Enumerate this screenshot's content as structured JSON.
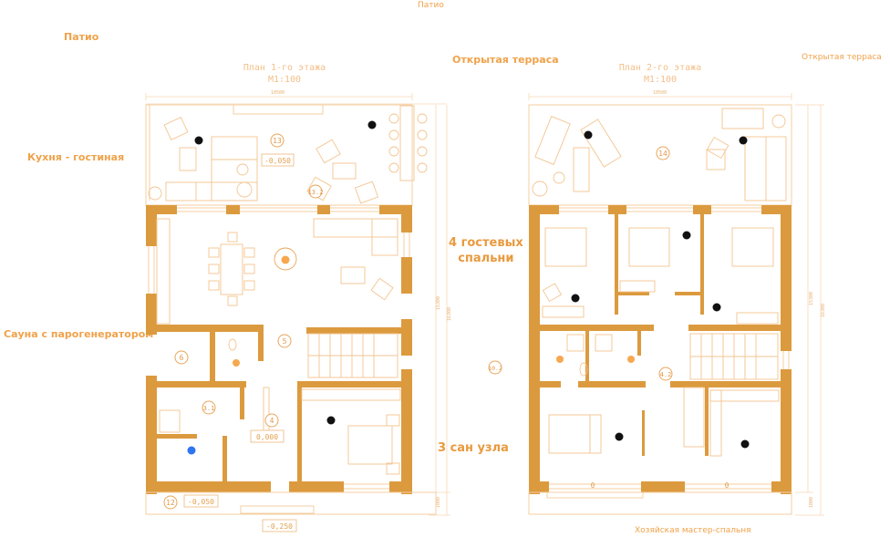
{
  "labels": {
    "patio_top": "Патио",
    "patio_left": "Патио",
    "kitchen_living": "Кухня - гостиная",
    "sauna": "Сауна с парогенератором",
    "open_terrace_center": "Открытая терраса",
    "open_terrace_right": "Открытая терраса",
    "guest_bedrooms_line1": "4 гостевых",
    "guest_bedrooms_line2": "спальни",
    "bathrooms": "3 сан узла",
    "master_bedroom": "Хозяйская мастер-спальня"
  },
  "plans": [
    {
      "title_line1": "План 1-го этажа",
      "title_line2": "М1:100",
      "width_dim": "10500",
      "height_dim_inner": "15300",
      "height_dim_total": "16300",
      "bottom_dim": "1000",
      "rooms": [
        {
          "num": "13"
        },
        {
          "num": "13.2"
        },
        {
          "num": "5"
        },
        {
          "num": "6"
        },
        {
          "num": "3.1"
        },
        {
          "num": "4"
        },
        {
          "num": "12"
        }
      ],
      "levels": [
        "-0,050",
        "0,000",
        "-0,050",
        "-0,250"
      ]
    },
    {
      "title_line1": "План 2-го этажа",
      "title_line2": "М1:100",
      "width_dim": "10500",
      "height_dim_inner": "15300",
      "height_dim_total": "16300",
      "bottom_dim": "1000",
      "rooms": [
        {
          "num": "14"
        },
        {
          "num": "4.2"
        },
        {
          "num": "10.2"
        }
      ],
      "window_marks": [
        "0",
        "0"
      ]
    }
  ],
  "markers": {
    "black": "#111111",
    "orange": "#f7a84f",
    "blue": "#2f74f0"
  }
}
